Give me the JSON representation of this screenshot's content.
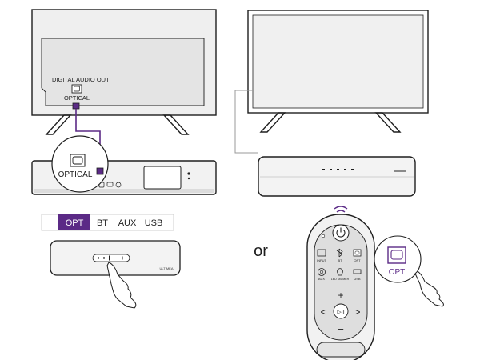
{
  "tv_back": {
    "port_heading": "DIGITAL AUDIO OUT",
    "port_label": "OPTICAL"
  },
  "soundbar_rear": {
    "callout_label": "OPTICAL"
  },
  "input_selector": {
    "options": [
      "OPT",
      "BT",
      "AUX",
      "USB"
    ],
    "selected": "OPT"
  },
  "soundbar_top": {
    "brand_text": "ULTIMEA"
  },
  "connector_word": "or",
  "remote": {
    "buttons": [
      {
        "label": "INPUT",
        "icon": "input-icon"
      },
      {
        "label": "BT",
        "icon": "bluetooth-icon"
      },
      {
        "label": "OPT",
        "icon": "optical-icon"
      },
      {
        "label": "AUX",
        "icon": "aux-icon"
      },
      {
        "label": "LED DIMMER",
        "icon": "bulb-icon"
      },
      {
        "label": "USB",
        "icon": "usb-icon"
      }
    ],
    "plus": "+",
    "minus": "−",
    "prev": "<",
    "next": ">",
    "play_pause": "▷II",
    "callout_label": "OPT"
  },
  "colors": {
    "accent": "#5b2a86",
    "line": "#1e1e1e",
    "light_gray": "#f0f0f0",
    "mid_gray": "#d9d9d9",
    "dark_gray": "#bdbdbd"
  }
}
